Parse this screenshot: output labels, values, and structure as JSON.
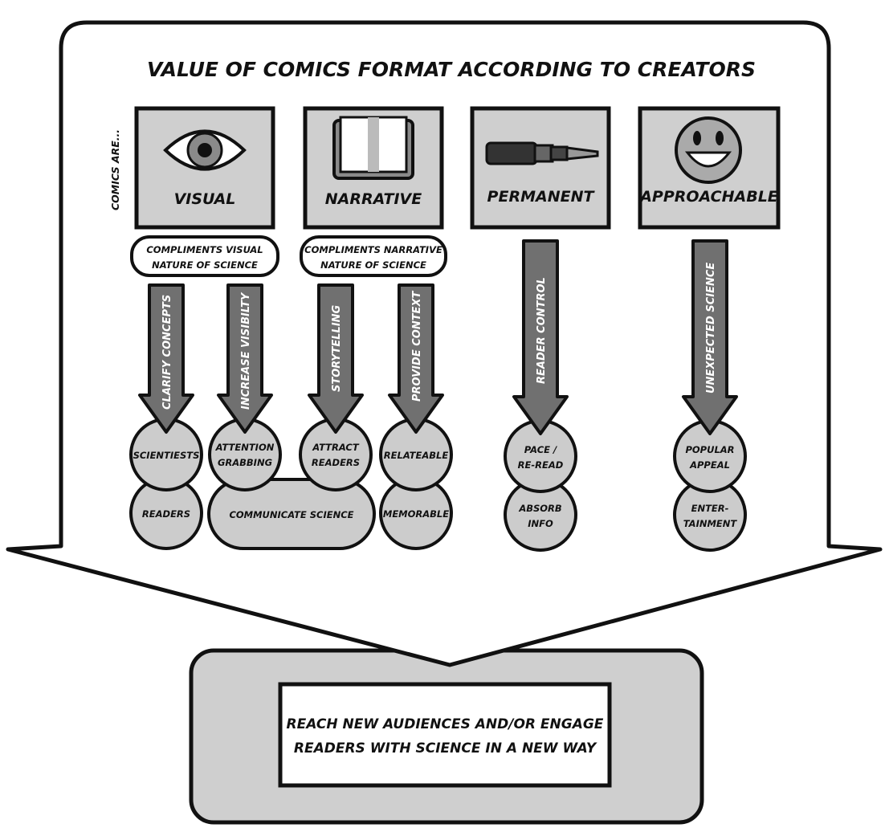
{
  "title": "VALUE OF COMICS FORMAT ACCORDING TO CREATORS",
  "side_label": "COMICS ARE...",
  "categories": [
    {
      "label": "VISUAL",
      "icon": "eye-icon"
    },
    {
      "label": "NARRATIVE",
      "icon": "book-icon"
    },
    {
      "label": "PERMANENT",
      "icon": "pen-icon"
    },
    {
      "label": "APPROACHABLE",
      "icon": "smiley-icon"
    }
  ],
  "notes": [
    {
      "line1": "COMPLIMENTS VISUAL",
      "line2": "NATURE OF SCIENCE"
    },
    {
      "line1": "COMPLIMENTS NARRATIVE",
      "line2": "NATURE OF SCIENCE"
    }
  ],
  "arrows": [
    "CLARIFY CONCEPTS",
    "INCREASE VISIBILTY",
    "STORYTELLING",
    "PROVIDE CONTEXT",
    "READER CONTROL",
    "UNEXPECTED SCIENCE"
  ],
  "outcomes": {
    "scientists": "SCIENTIESTS",
    "readers": "READERS",
    "attention_1": "ATTENTION",
    "attention_2": "GRABBING",
    "attract_1": "ATTRACT",
    "attract_2": "READERS",
    "communicate": "COMMUNICATE SCIENCE",
    "relateable": "RELATEABLE",
    "memorable": "MEMORABLE",
    "pace_1": "PACE /",
    "pace_2": "RE-READ",
    "absorb_1": "ABSORB",
    "absorb_2": "INFO",
    "popular_1": "POPULAR",
    "popular_2": "APPEAL",
    "enter_1": "ENTER-",
    "enter_2": "TAINMENT"
  },
  "conclusion": {
    "line1": "REACH NEW AUDIENCES AND/OR ENGAGE",
    "line2": "READERS WITH SCIENCE IN A NEW WAY"
  },
  "colors": {
    "stroke": "#111111",
    "box_fill": "#cfcfcf",
    "arrow_fill": "#707070",
    "circle_fill": "#cccccc",
    "panel_fill": "#ffffff"
  }
}
